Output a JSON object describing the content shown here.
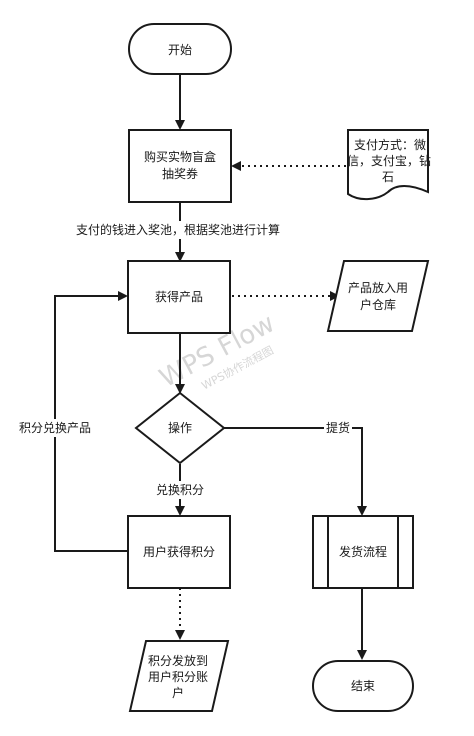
{
  "nodes": {
    "start": "开始",
    "buy": [
      "购买实物盲盒",
      "抽奖券"
    ],
    "payment": [
      "支付方式：微",
      "信，支付宝，钻",
      "石"
    ],
    "get_product": "获得产品",
    "warehouse": [
      "产品放入用",
      "户仓库"
    ],
    "operate": "操作",
    "user_points": "用户获得积分",
    "ship_flow": "发货流程",
    "points_account": [
      "积分发放到",
      "用户积分账",
      "户"
    ],
    "end": "结束"
  },
  "edges": {
    "pay_to_pool": "支付的钱进入奖池，根据奖池进行计算",
    "exchange_product": "积分兑换产品",
    "pickup": "提货",
    "exchange_points": "兑换积分"
  },
  "watermark": {
    "title": "WPS Flow",
    "subtitle": "WPS协作流程图"
  }
}
